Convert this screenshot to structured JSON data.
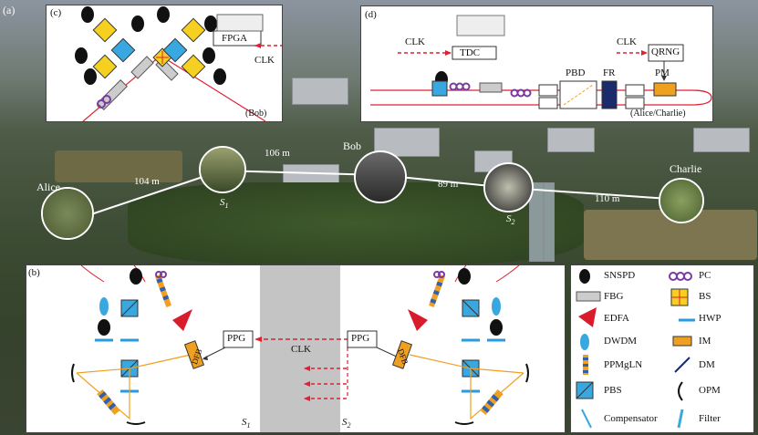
{
  "panels": {
    "a": "(a)",
    "b": "(b)",
    "c": "(c)",
    "d": "(d)"
  },
  "panel_c": {
    "fpga": "FPGA",
    "clk": "CLK",
    "owner": "(Bob)"
  },
  "panel_d": {
    "tdc": "TDC",
    "clk_left": "CLK",
    "clk_right": "CLK",
    "qrng": "QRNG",
    "pbd": "PBD",
    "fr": "FR",
    "pm": "PM",
    "owner": "(Alice/Charlie)"
  },
  "map": {
    "alice": "Alice",
    "bob": "Bob",
    "charlie": "Charlie",
    "s1": "S",
    "s1_sub": "1",
    "s2": "S",
    "s2_sub": "2",
    "d_alice_s1": "104 m",
    "d_s1_bob": "106 m",
    "d_bob_s2": "89 m",
    "d_s2_charlie": "110 m"
  },
  "panel_b": {
    "ppg_left": "PPG",
    "ppg_right": "PPG",
    "clk": "CLK",
    "dfb_left": "DFB",
    "dfb_right": "DFB",
    "s1": "S",
    "s1_sub": "1",
    "s2": "S",
    "s2_sub": "2"
  },
  "legend": [
    {
      "symbol": "snspd",
      "label": "SNSPD"
    },
    {
      "symbol": "pc",
      "label": "PC"
    },
    {
      "symbol": "fbg",
      "label": "FBG"
    },
    {
      "symbol": "bs",
      "label": "BS"
    },
    {
      "symbol": "edfa",
      "label": "EDFA"
    },
    {
      "symbol": "hwp",
      "label": "HWP"
    },
    {
      "symbol": "dwdm",
      "label": "DWDM"
    },
    {
      "symbol": "im",
      "label": "IM"
    },
    {
      "symbol": "ppmgln",
      "label": "PPMgLN"
    },
    {
      "symbol": "dm",
      "label": "DM"
    },
    {
      "symbol": "pbs",
      "label": "PBS"
    },
    {
      "symbol": "opm",
      "label": "OPM"
    },
    {
      "symbol": "compensator",
      "label": "Compensator"
    },
    {
      "symbol": "filter",
      "label": "Filter"
    }
  ],
  "colors": {
    "fiber": "#e02030",
    "clk": "#e02030",
    "laser": "#f0a020",
    "pbs": "#3aa8e0",
    "bs": "#f5d020",
    "pc": "#7a3aa0",
    "edfa": "#d81c2c",
    "hwp": "#2a9ae0",
    "crystal": "#3060b0"
  }
}
